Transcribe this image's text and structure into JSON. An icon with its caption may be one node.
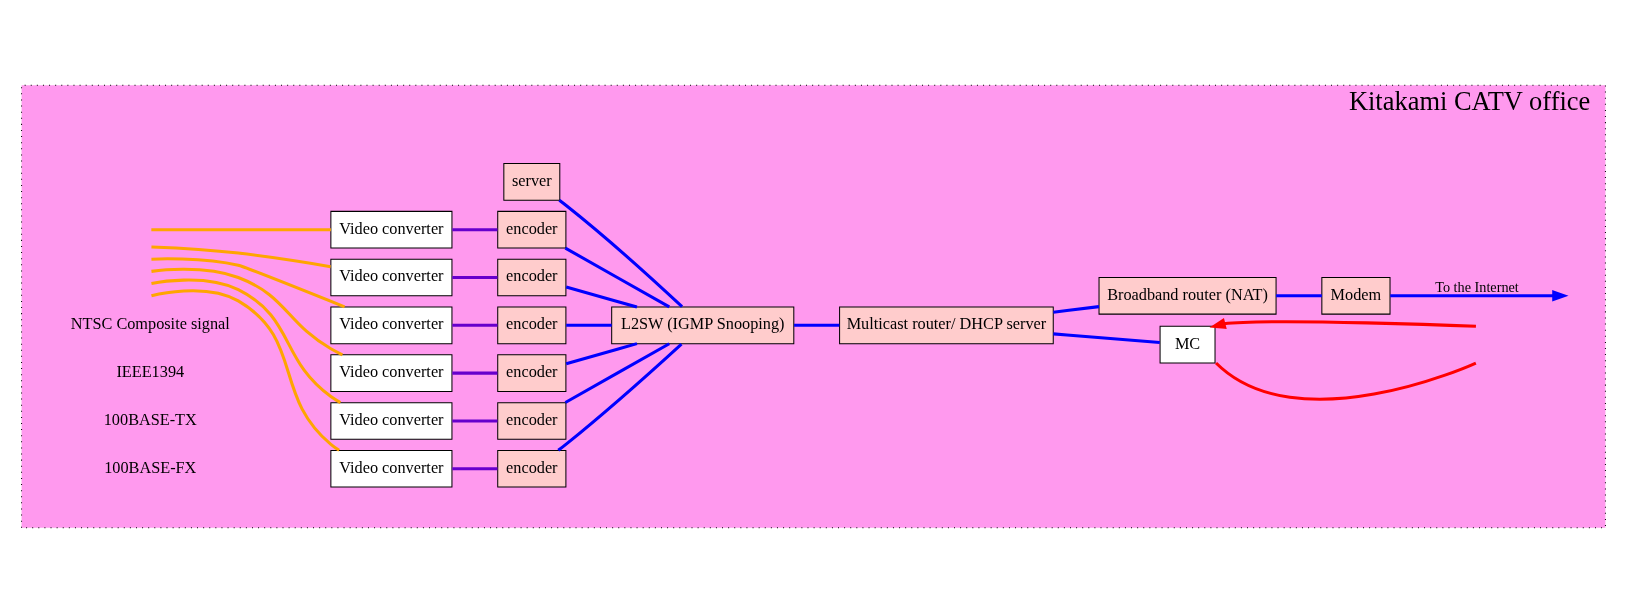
{
  "diagram": {
    "nodes": [
      {
        "text": [
          "Kitakami CATV office"
        ]
      },
      {
        "text": [
          "L2SW (IGMP Snooping)"
        ],
        "in": 0
      },
      {
        "text": [
          "Video converter"
        ],
        "in": 0
      },
      {
        "text": [
          "encoder"
        ],
        "in": 0
      },
      {
        "text": [
          "Video converter"
        ],
        "in": 0
      },
      {
        "text": [
          "encoder"
        ],
        "in": 0
      },
      {
        "text": [
          "Video converter"
        ],
        "in": 0
      },
      {
        "text": [
          "encoder"
        ],
        "in": 0
      },
      {
        "text": [
          "Video converter"
        ],
        "in": 0
      },
      {
        "text": [
          "encoder"
        ],
        "in": 0
      },
      {
        "text": [
          "Video converter"
        ],
        "in": 0
      },
      {
        "text": [
          "encoder"
        ],
        "in": 0
      },
      {
        "text": [
          "Video converter"
        ],
        "in": 0
      },
      {
        "text": [
          "encoder"
        ],
        "in": 0
      },
      {
        "text": [
          "Multicast router/ DHCP server"
        ],
        "in": 0
      },
      {
        "text": [
          "MC"
        ],
        "in": 0
      },
      {
        "text": [
          "Broadband router (NAT)"
        ],
        "in": 0
      },
      {
        "text": [
          "Modem"
        ],
        "in": 0
      },
      {
        "text": [
          "server"
        ],
        "in": 0
      }
    ],
    "edges": [
      {
        "from": null,
        "to": 2,
        "arrow": "none",
        "color": "#ffa500"
      },
      {
        "from": null,
        "to": 4,
        "arrow": "none",
        "color": "#ffa500"
      },
      {
        "from": null,
        "to": 6,
        "arrow": "none",
        "color": "#ffa500"
      },
      {
        "from": null,
        "to": 8,
        "arrow": "none",
        "color": "#ffa500"
      },
      {
        "from": null,
        "to": 10,
        "arrow": "none",
        "color": "#ffa500"
      },
      {
        "from": null,
        "to": 12,
        "arrow": "none",
        "color": "#ffa500"
      },
      {
        "from": 2,
        "to": 3,
        "arrow": "none",
        "color": "#6600cc"
      },
      {
        "from": 4,
        "to": 5,
        "arrow": "none",
        "color": "#6600cc"
      },
      {
        "from": 6,
        "to": 7,
        "arrow": "none",
        "color": "#6600cc"
      },
      {
        "from": 8,
        "to": 9,
        "arrow": "none",
        "color": "#6600cc"
      },
      {
        "from": 10,
        "to": 11,
        "arrow": "none",
        "color": "#6600cc"
      },
      {
        "from": 12,
        "to": 13,
        "arrow": "none",
        "color": "#6600cc"
      },
      {
        "from": 3,
        "to": 1,
        "arrow": "none"
      },
      {
        "from": 5,
        "to": 1,
        "arrow": "none"
      },
      {
        "from": 7,
        "to": 1,
        "arrow": "none"
      },
      {
        "from": 9,
        "to": 1,
        "arrow": "none"
      },
      {
        "from": 11,
        "to": 1,
        "arrow": "none"
      },
      {
        "from": 13,
        "to": 1,
        "arrow": "none"
      },
      {
        "from": 18,
        "to": 1,
        "arrow": "none"
      },
      {
        "from": 1,
        "to": 14,
        "arrow": "none"
      },
      {
        "from": 14,
        "to": 15,
        "arrow": "none"
      },
      {
        "from": 14,
        "to": 16,
        "arrow": "none"
      },
      {
        "from": 16,
        "to": 17,
        "arrow": "none"
      },
      {
        "from": 17,
        "to": null,
        "arrow": "to",
        "label": "To the Internet"
      },
      {
        "from": 15,
        "to": null,
        "arrow": "none",
        "color": "#ff0000"
      },
      {
        "from": null,
        "to": 15,
        "arrow": "to",
        "color": "#ff0000"
      }
    ],
    "labels": [
      "NTSC Composite signal",
      "IEEE1394",
      "100BASE-TX",
      "100BASE-FX"
    ]
  }
}
